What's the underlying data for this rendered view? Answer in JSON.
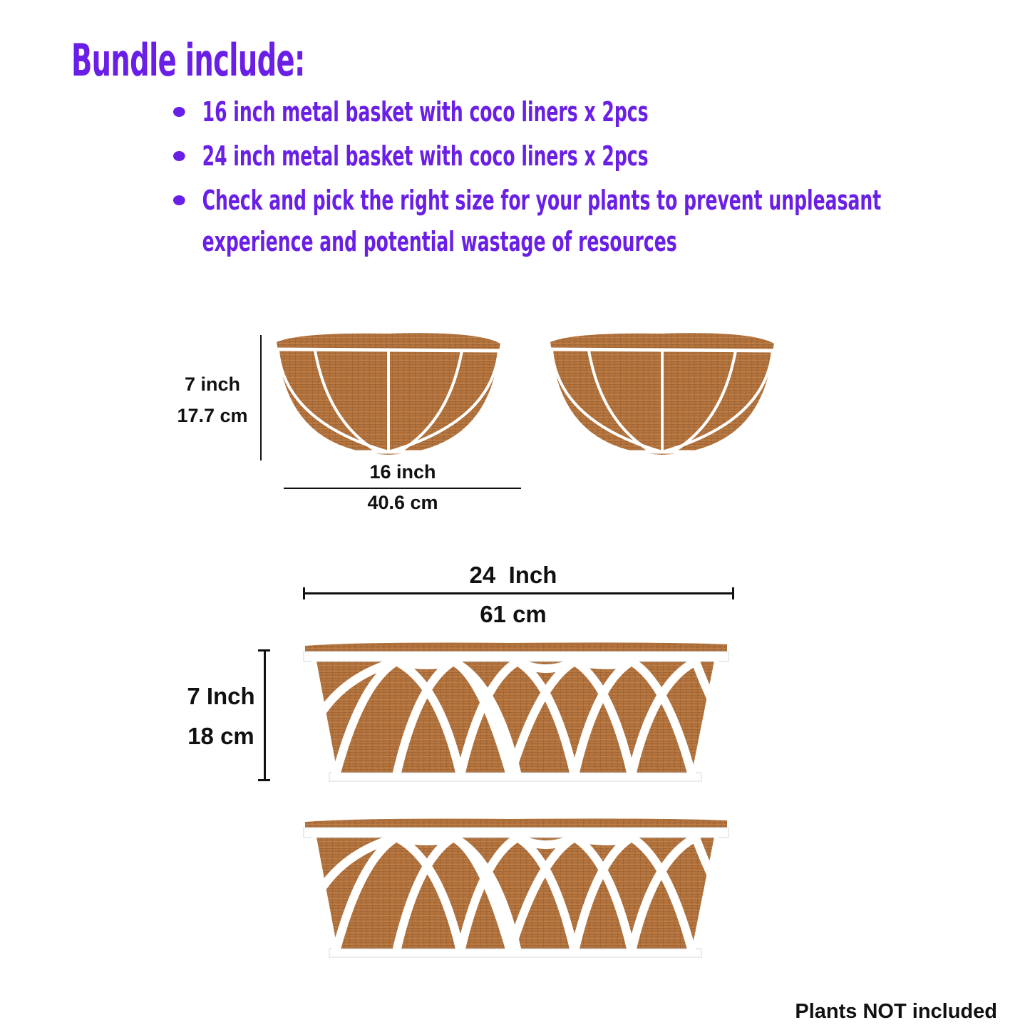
{
  "heading": "Bundle include:",
  "bullets": [
    "16 inch metal basket with coco liners x 2pcs",
    "24 inch metal basket with coco liners x 2pcs",
    "Check and pick the right size for your plants to prevent unpleasant experience and potential wastage of resources"
  ],
  "small_basket": {
    "height_in": "7 inch",
    "height_cm": "17.7 cm",
    "width_in": "16 inch",
    "width_cm": "40.6 cm"
  },
  "large_basket": {
    "width_in": "24  Inch",
    "width_cm": "61 cm",
    "height_in": "7 Inch",
    "height_cm": "18 cm"
  },
  "footer": "Plants NOT included",
  "colors": {
    "accent": "#6a1fe6",
    "coco": "#b5753f",
    "frame": "#ffffff"
  }
}
